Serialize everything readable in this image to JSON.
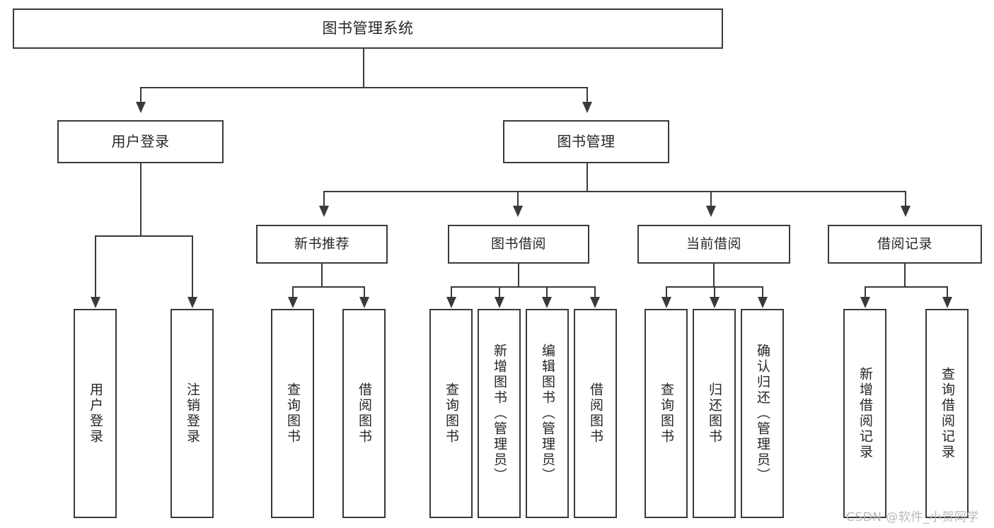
{
  "diagram": {
    "title": "图书管理系统",
    "type": "function-structure-tree",
    "root": {
      "label": "图书管理系统"
    },
    "level2": [
      {
        "label": "用户登录"
      },
      {
        "label": "图书管理"
      }
    ],
    "level3": [
      {
        "label": "新书推荐"
      },
      {
        "label": "图书借阅"
      },
      {
        "label": "当前借阅"
      },
      {
        "label": "借阅记录"
      }
    ],
    "leaves": {
      "user_login": [
        {
          "label": "用户登录"
        },
        {
          "label": "注销登录"
        }
      ],
      "new_book_recommend": [
        {
          "label": "查询图书"
        },
        {
          "label": "借阅图书"
        }
      ],
      "book_borrow": [
        {
          "label": "查询图书"
        },
        {
          "label": "新增图书（管理员）"
        },
        {
          "label": "编辑图书（管理员）"
        },
        {
          "label": "借阅图书"
        }
      ],
      "current_borrow": [
        {
          "label": "查询图书"
        },
        {
          "label": "归还图书"
        },
        {
          "label": "确认归还（管理员）"
        }
      ],
      "borrow_records": [
        {
          "label": "新增借阅记录"
        },
        {
          "label": "查询借阅记录"
        }
      ]
    }
  },
  "watermark": {
    "text": "CSDN @软件_小贺同学"
  },
  "colors": {
    "stroke": "#3a3a3a",
    "background": "#ffffff",
    "text": "#262626",
    "watermark": "#b9b9b9"
  }
}
